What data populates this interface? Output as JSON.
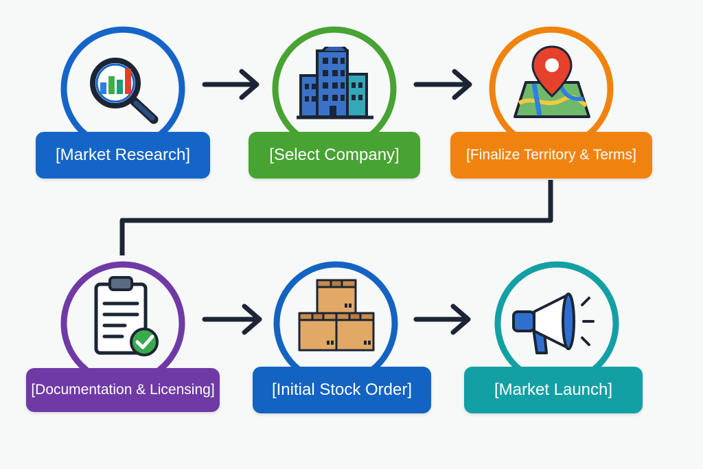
{
  "steps": [
    {
      "label": "[Market Research]",
      "color": "#1565c8",
      "icon": "magnifier-bar-chart-icon"
    },
    {
      "label": "[Select Company]",
      "color": "#47a332",
      "icon": "office-buildings-icon"
    },
    {
      "label": "[Finalize Territory & Terms]",
      "color": "#f0830f",
      "icon": "map-pin-icon"
    },
    {
      "label": "[Documentation & Licensing]",
      "color": "#6f3aa6",
      "icon": "clipboard-check-icon"
    },
    {
      "label": "[Initial Stock Order]",
      "color": "#1363c2",
      "icon": "stacked-boxes-icon"
    },
    {
      "label": "[Market Launch]",
      "color": "#13a0a5",
      "icon": "megaphone-icon"
    }
  ],
  "connector_color": "#1b2535"
}
